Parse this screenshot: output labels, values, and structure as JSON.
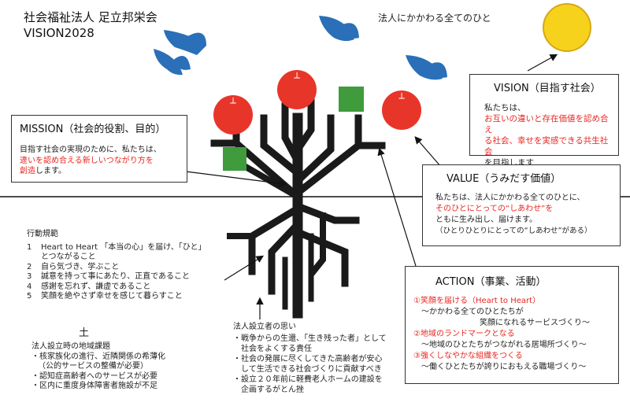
{
  "title": {
    "org": "社会福祉法人 足立邦栄会",
    "vision_year": "VISION2028"
  },
  "top_label": "法人にかかわる全てのひと",
  "apple_mark": "┴",
  "vision_box": {
    "heading": "VISION（目指す社会）",
    "line1": "私たちは、",
    "line2": "お互いの違いと存在価値を認め合え",
    "line3": "る社会、幸せを実感できる共生社会",
    "line4": "を目指します"
  },
  "mission_box": {
    "heading": "MISSION（社会的役割、目的）",
    "line1": "目指す社会の実現のために、私たちは、",
    "line2": "違いを認め合える新しいつながり方を",
    "line3a": "創造",
    "line3b": "します。"
  },
  "value_box": {
    "heading": "VALUE（うみだす価値）",
    "line1": "私たちは、法人にかかわる全てのひとに、",
    "line2": "そのひとにとっての“しあわせ”を",
    "line3": "ともに生み出し、届けます。",
    "line4": "（ひとりひとりにとっての“しあわせ”がある）"
  },
  "action_box": {
    "heading": "ACTION（事業、活動）",
    "item1_title": "①笑顔を届ける（Heart to Heart）",
    "item1_line1": "～かかわる全てのひとたちが",
    "item1_line2": "笑顔になれるサービスづくり～",
    "item2_title": "②地域のランドマークとなる",
    "item2_line1": "～地域のひとたちがつながれる居場所づくり～",
    "item3_title": "③強くしなやかな組織をつくる",
    "item3_line1": "～働くひとたちが誇りにおもえる職場づくり～"
  },
  "conduct": {
    "heading": "行動規範",
    "items": [
      {
        "num": "1",
        "text": "Heart to Heart 「本当の心」を届け、「ひと」"
      },
      {
        "num": "",
        "text": "とつながること"
      },
      {
        "num": "2",
        "text": "自ら気づき、学ぶこと"
      },
      {
        "num": "3",
        "text": "誠意を持って事にあたり、正直であること"
      },
      {
        "num": "4",
        "text": "感謝を忘れず、謙虚であること"
      },
      {
        "num": "5",
        "text": "笑顔を絶やさず幸せを感じて暮らすこと"
      }
    ]
  },
  "soil": {
    "heading": "土",
    "subheading": "法人設立時の地域課題",
    "items": [
      "・核家族化の進行、近隣関係の希薄化",
      "（公的サービスの整備が必要）",
      "・認知症高齢者へのサービスが必要",
      "・区内に重度身体障害者施設が不足"
    ]
  },
  "founder": {
    "heading": "法人設立者の思い",
    "items": [
      "・戦争からの生還、「生き残った者」として",
      "社会をよくする責任",
      "・社会の発展に尽くしてきた高齢者が安心",
      "して生活できる社会づくりに貢献すべき",
      "・設立２０年前に軽費老人ホームの建設を",
      "企画するがとん挫"
    ]
  },
  "colors": {
    "bird": "#2a6fb8",
    "apple": "#e8352a",
    "leaf": "#3f9b3c",
    "sun": "#f7d21c",
    "sun_outline": "#d6a818",
    "highlight": "#e8261f",
    "tree": "#1a1a1a"
  }
}
